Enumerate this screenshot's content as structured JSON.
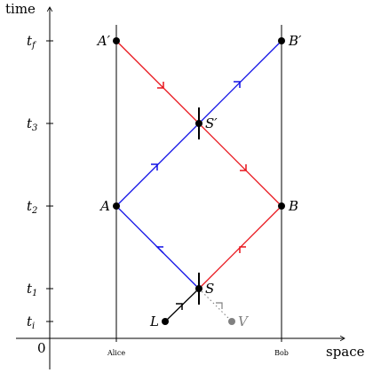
{
  "axes": {
    "x_title": "space",
    "y_title": "time",
    "origin": "0"
  },
  "time_ticks": [
    {
      "main": "t",
      "sub": "f"
    },
    {
      "main": "t",
      "sub": "3"
    },
    {
      "main": "t",
      "sub": "2"
    },
    {
      "main": "t",
      "sub": "1"
    },
    {
      "main": "t",
      "sub": "i"
    }
  ],
  "observers": [
    "Alice",
    "Bob"
  ],
  "points": {
    "A_prime": "A′",
    "B_prime": "B′",
    "S_prime": "S′",
    "A": "A",
    "B": "B",
    "S": "S",
    "L": "L",
    "V": "V"
  },
  "colors": {
    "red_signal": "#e8141b",
    "blue_signal": "#1010e6",
    "virtual": "#808080",
    "ink": "#000000"
  }
}
